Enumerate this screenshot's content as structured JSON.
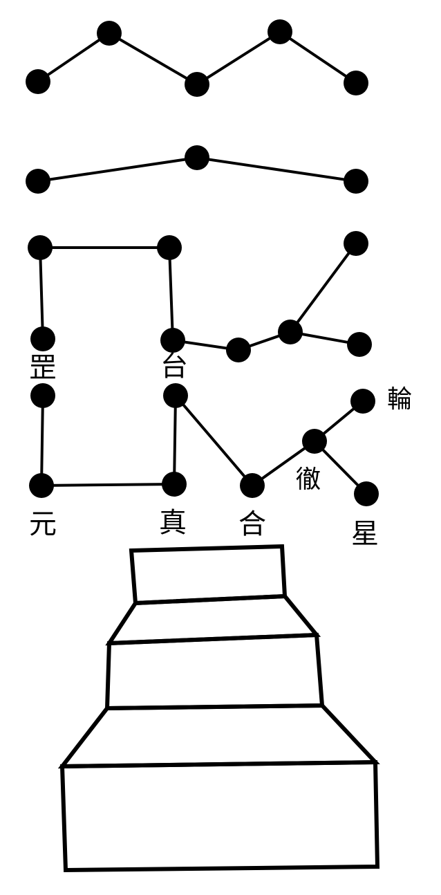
{
  "labels": {
    "l1": "罡",
    "l2": "台",
    "l3": "輪",
    "l4": "徹",
    "l5": "元",
    "l6": "真",
    "l7": "合",
    "l8": "星"
  },
  "colors": {
    "ink": "#000000",
    "paper": "#ffffff"
  }
}
